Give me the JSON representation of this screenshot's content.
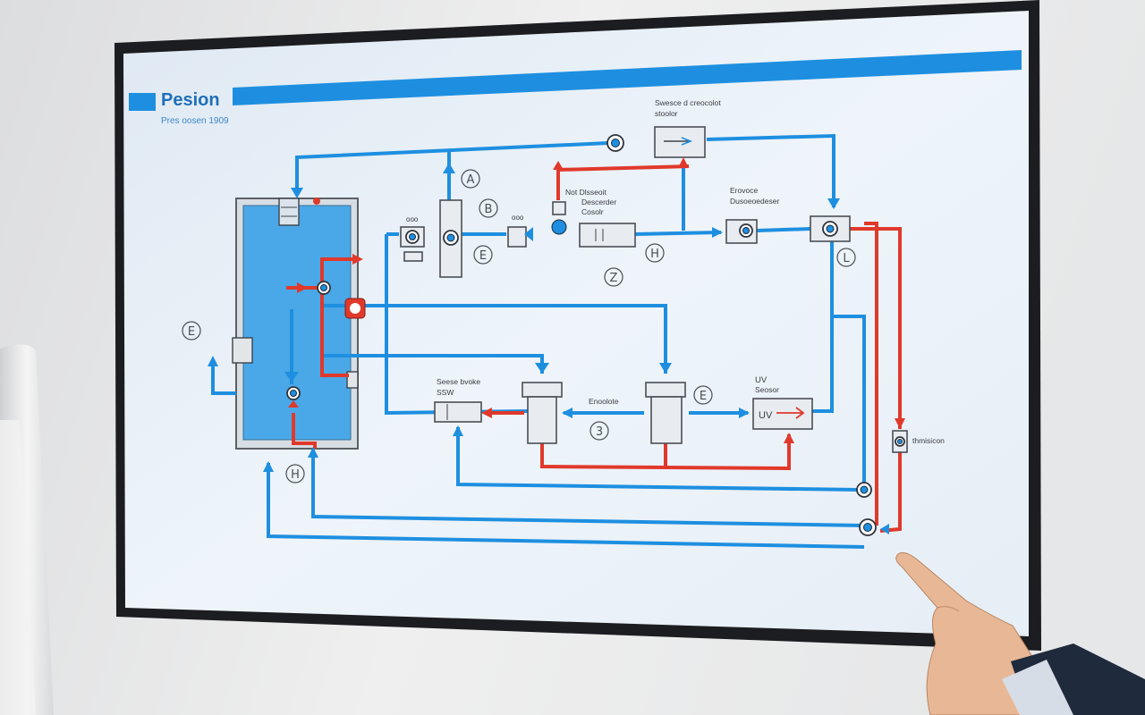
{
  "diagram": {
    "title": "Pesion",
    "subtitle": "Pres oosen 1909",
    "labels": {
      "top_device": "Swesce d creocolot\nstoolor",
      "mid_left_small": "ooo",
      "mid_valve": "ooo",
      "dissolve": "Not  Dlsseoit\nDescerder\nCosolr",
      "device_right": "Erovoce\nDusoeoedeser",
      "sense_bvoke": "Seese bvoke\nSSW",
      "enoolote": "Enoolote",
      "uv_title": "UV\nSeosor",
      "uv_box": "UV",
      "thmisicon": "thmisicon"
    },
    "markers": [
      "A",
      "B",
      "E",
      "H",
      "Z",
      "L",
      "E",
      "3",
      "E",
      "H"
    ]
  },
  "colors": {
    "supply_pipe": "#1e8fe0",
    "return_pipe": "#e0392b",
    "title_bar": "#1e8fe0",
    "screen_bg": "#e9f1f8",
    "tank_fill": "#4aa8e8"
  }
}
